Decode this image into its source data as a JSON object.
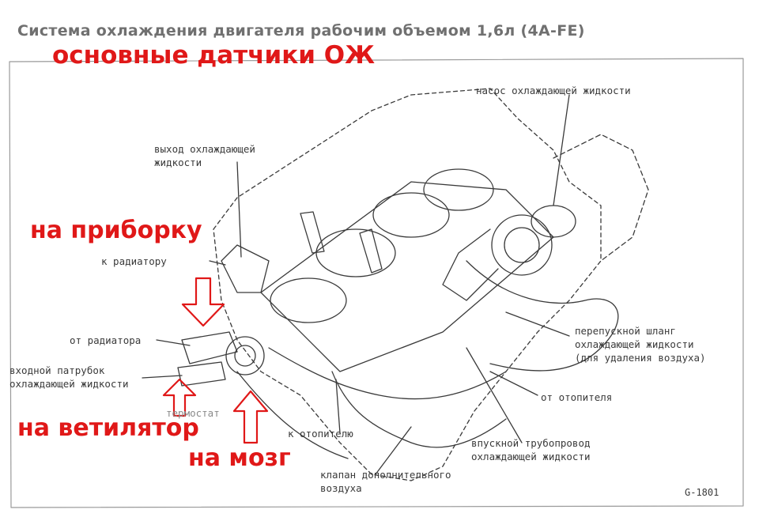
{
  "title": "Система охлаждения двигателя рабочим объемом 1,6л (4A-FE)",
  "figure_code": "G-1801",
  "colors": {
    "annotation": "#e01818",
    "line_art": "#3a3a3a",
    "title_gray": "#707070"
  },
  "labels": {
    "coolant_pump": "насос охлаждающей жидкости",
    "coolant_outlet": [
      "выход охлаждающей",
      "жидкости"
    ],
    "to_radiator": "к радиатору",
    "from_radiator": "от радиатора",
    "inlet_pipe": [
      "входной патрубок",
      "охлаждающей жидкости"
    ],
    "thermostat": "термостат",
    "bypass_hose": [
      "перепускной шланг",
      "охлаждающей жидкости",
      "(для удаления воздуха)"
    ],
    "from_heater": "от отопителя",
    "to_heater": "к отопителю",
    "intake_pipe": [
      "впускной трубопровод",
      "охлаждающей жидкости"
    ],
    "air_valve": [
      "клапан дополнительного",
      "воздуха"
    ]
  },
  "annotations": {
    "main": "основные датчики ОЖ",
    "dashboard": "на приборку",
    "fan": "на ветилятор",
    "ecu": "на мозг"
  }
}
